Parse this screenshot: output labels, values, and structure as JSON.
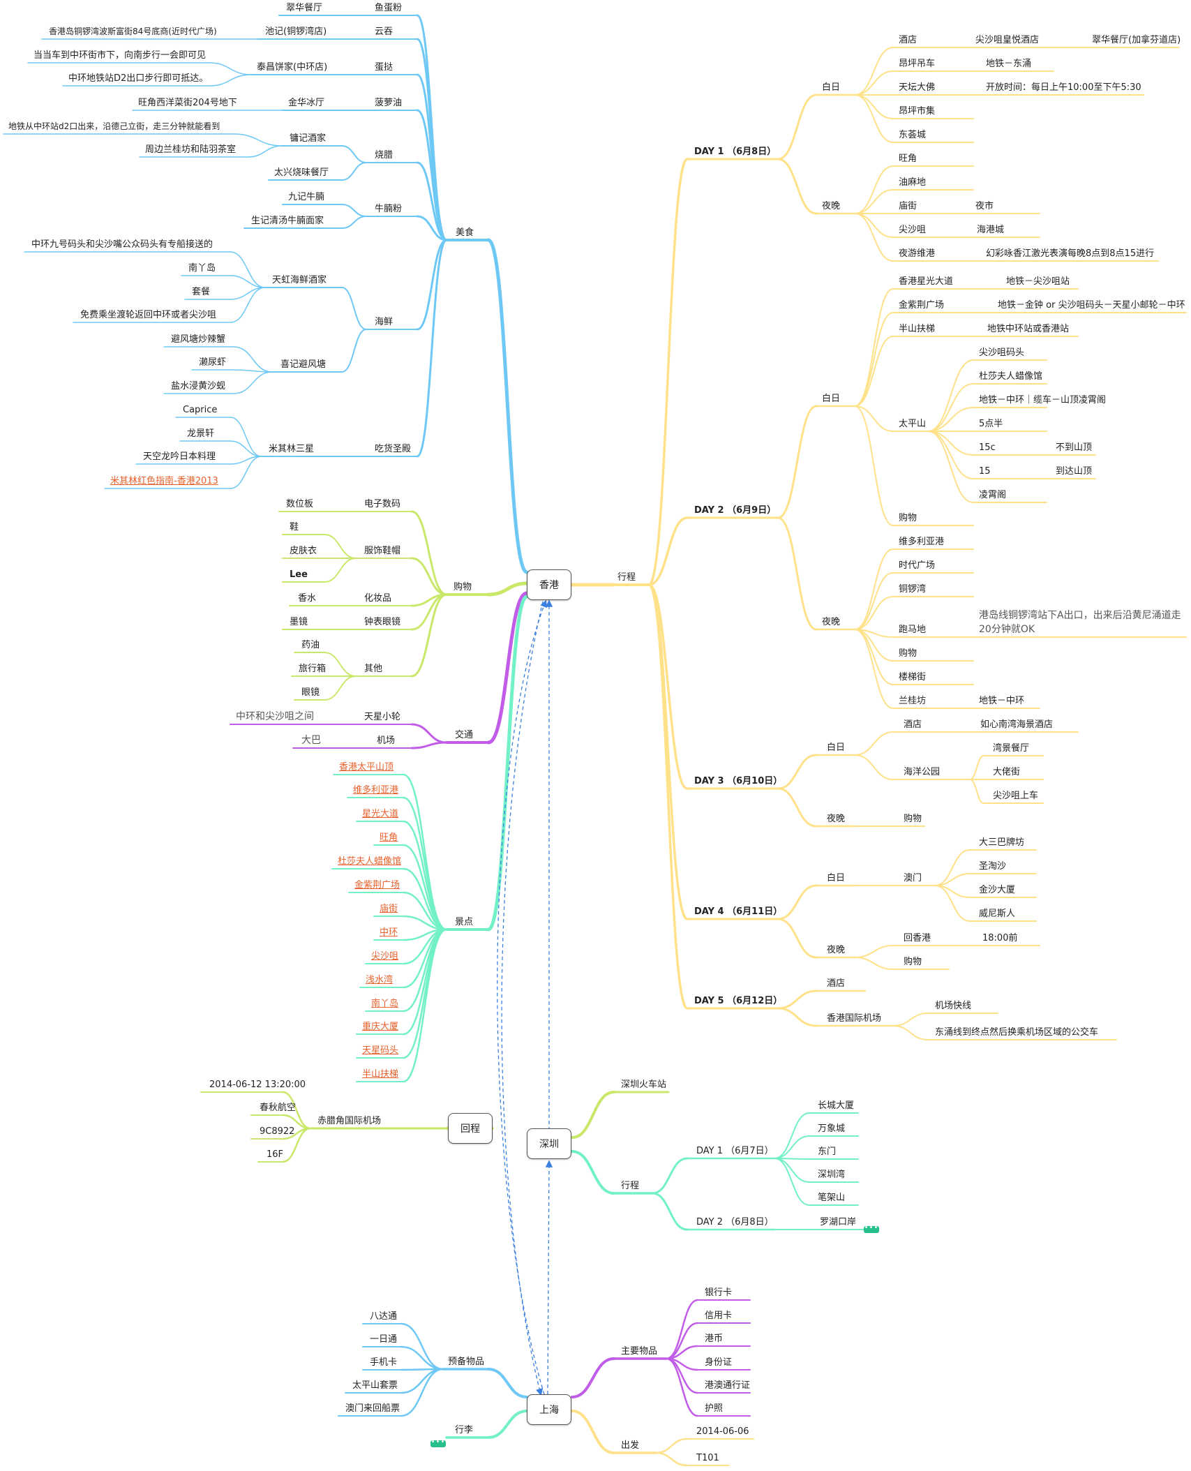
{
  "colors": {
    "food": "#6ec8f5",
    "shopping": "#c9e86a",
    "transport": "#c15ce8",
    "sights": "#72f0c8",
    "itinerary": "#ffe189",
    "shenzhen_top": "#c9e86a",
    "shenzhen_itin": "#72f0c8",
    "items": "#c15ce8",
    "prep": "#6ec8f5",
    "luggage": "#72f0c8",
    "depart": "#ffe189",
    "return": "#c9e86a",
    "relation": "#3b7fe0"
  },
  "roots": {
    "hongkong": "香港",
    "shenzhen": "深圳",
    "shanghai": "上海",
    "return": "回程"
  },
  "food": {
    "label": "美食",
    "fishball": {
      "label": "鱼蛋粉",
      "children": [
        "翠华餐厅"
      ]
    },
    "wonton": {
      "label": "云吞",
      "shop": "池记(铜锣湾店)",
      "address": "香港岛铜锣湾波斯富街84号底商(近时代广场)"
    },
    "eggtart": {
      "label": "蛋挞",
      "shop": "泰昌饼家(中环店)",
      "tips": [
        "当当车到中环街市下，向南步行一会即可见",
        "中环地铁站D2出口步行即可抵达。"
      ]
    },
    "pineapple": {
      "label": "菠萝油",
      "shop": "金华冰厅",
      "address": "旺角西洋菜街204号地下"
    },
    "roast": {
      "label": "烧腊",
      "yung": {
        "name": "镛记酒家",
        "tips": [
          "地铁从中环站d2口出来，沿德己立街，走三分钟就能看到",
          "周边兰桂坊和陆羽茶室"
        ]
      },
      "taihing": "太兴烧味餐厅"
    },
    "brisket": {
      "label": "牛腩粉",
      "children": [
        "九记牛腩",
        "生记清汤牛腩面家"
      ]
    },
    "seafood": {
      "label": "海鲜",
      "rainbow": {
        "name": "天虹海鲜酒家",
        "children": [
          "中环九号码头和尖沙嘴公众码头有专船接送的",
          "南丫岛",
          "套餐",
          "免费乘坐渡轮返回中环或者尖沙咀"
        ]
      },
      "hei": {
        "name": "喜记避风塘",
        "children": [
          "避风塘炒辣蟹",
          "濑尿虾",
          "盐水浸黄沙蚬"
        ]
      }
    },
    "michelin": {
      "label": "吃货圣殿",
      "group": "米其林三星",
      "children": [
        "Caprice",
        "龙景轩",
        "天空龙吟日本料理"
      ],
      "guide": "米其林红色指南-香港2013"
    }
  },
  "shopping": {
    "label": "购物",
    "digital": {
      "label": "电子数码",
      "children": [
        "数位板"
      ]
    },
    "apparel": {
      "label": "服饰鞋帽",
      "children": [
        "鞋",
        "皮肤衣",
        "Lee"
      ]
    },
    "cosmetics": {
      "label": "化妆品",
      "children": [
        "香水"
      ]
    },
    "watches": {
      "label": "钟表眼镜",
      "children": [
        "墨镜"
      ]
    },
    "other": {
      "label": "其他",
      "children": [
        "药油",
        "旅行箱",
        "眼镜"
      ]
    }
  },
  "transport": {
    "label": "交通",
    "ferry": {
      "label": "天星小轮",
      "note": "中环和尖沙咀之间"
    },
    "airport": {
      "label": "机场",
      "note": "大巴"
    }
  },
  "sights": {
    "label": "景点",
    "items": [
      "香港太平山顶",
      "维多利亚港",
      "星光大道",
      "旺角",
      "杜莎夫人蜡像馆",
      "金紫荆广场",
      "庙街",
      "中环",
      "尖沙咀",
      "浅水湾",
      "南丫岛",
      "重庆大厦",
      "天星码头",
      "半山扶梯"
    ]
  },
  "itinerary": {
    "label": "行程",
    "day1": {
      "label": "DAY 1 （6月8日）",
      "day": {
        "label": "白日",
        "hotel": {
          "label": "酒店",
          "name": "尖沙咀皇悦酒店",
          "rest": "翠华餐厅(加拿芬道店)"
        },
        "cable": {
          "label": "昂坪吊车",
          "note": "地铁－东涌"
        },
        "buddha": {
          "label": "天坛大佛",
          "note": "开放时间：每日上午10:00至下午5:30"
        },
        "market": "昂坪市集",
        "citygate": "东荟城"
      },
      "night": {
        "label": "夜晚",
        "mongkok": "旺角",
        "yaumatei": "油麻地",
        "temple": {
          "label": "庙街",
          "note": "夜市"
        },
        "tst": {
          "label": "尖沙咀",
          "note": "海港城"
        },
        "harbour": {
          "label": "夜游维港",
          "note": "幻彩咏香江激光表演每晚8点到8点15进行"
        }
      }
    },
    "day2": {
      "label": "DAY 2 （6月9日）",
      "day": {
        "label": "白日",
        "avenue": {
          "label": "香港星光大道",
          "note": "地铁－尖沙咀站"
        },
        "bauhinia": {
          "label": "金紫荆广场",
          "note": "地铁－金钟 or 尖沙咀码头－天星小邮轮－中环"
        },
        "escalator": {
          "label": "半山扶梯",
          "note": "地铁中环站或香港站"
        },
        "peak": {
          "label": "太平山",
          "children": [
            "尖沙咀码头",
            "杜莎夫人蜡像馆",
            "地铁－中环｜缆车－山顶凌霄阁",
            "5点半"
          ],
          "bus15c": {
            "label": "15c",
            "note": "不到山顶"
          },
          "bus15": {
            "label": "15",
            "note": "到达山顶"
          },
          "tower": "凌霄阁"
        },
        "shopping": "购物"
      },
      "night": {
        "label": "夜晚",
        "victoria": "维多利亚港",
        "times": "时代广场",
        "cwb": "铜锣湾",
        "racecourse": {
          "label": "跑马地",
          "note_line1": "港岛线铜锣湾站下A出口，出来后沿黄尼涌道走",
          "note_line2": "20分钟就OK"
        },
        "shopping": "购物",
        "stairs": "楼梯街",
        "lkf": {
          "label": "兰桂坊",
          "note": "地铁－中环"
        }
      }
    },
    "day3": {
      "label": "DAY 3 （6月10日）",
      "day": {
        "label": "白日",
        "hotel": {
          "label": "酒店",
          "name": "如心南湾海景酒店"
        },
        "park": {
          "label": "海洋公园",
          "children": [
            "湾景餐厅",
            "大佬街",
            "尖沙咀上车"
          ]
        }
      },
      "night": {
        "label": "夜晚",
        "shopping": "购物"
      }
    },
    "day4": {
      "label": "DAY 4 （6月11日）",
      "day": {
        "label": "白日",
        "macau": {
          "label": "澳门",
          "children": [
            "大三巴牌坊",
            "圣淘沙",
            "金沙大厦",
            "威尼斯人"
          ]
        }
      },
      "night": {
        "label": "夜晚",
        "back": {
          "label": "回香港",
          "note": "18:00前"
        },
        "shopping": "购物"
      }
    },
    "day5": {
      "label": "DAY 5 （6月12日）",
      "hotel": "酒店",
      "airport": {
        "label": "香港国际机场",
        "children": [
          "机场快线",
          "东涌线到终点然后换乘机场区域的公交车"
        ]
      }
    }
  },
  "return_trip": {
    "airport": "赤腊角国际机场",
    "children": [
      "2014-06-12 13:20:00",
      "春秋航空",
      "9C8922",
      "16F"
    ]
  },
  "shenzhen": {
    "station": "深圳火车站",
    "itinerary": {
      "label": "行程",
      "day1": {
        "label": "DAY 1 （6月7日）",
        "children": [
          "长城大厦",
          "万象城",
          "东门",
          "深圳湾",
          "笔架山"
        ]
      },
      "day2": {
        "label": "DAY 2 （6月8日）",
        "children": [
          "罗湖口岸"
        ]
      }
    }
  },
  "shanghai": {
    "prep": {
      "label": "预备物品",
      "children": [
        "八达通",
        "一日通",
        "手机卡",
        "太平山套票",
        "澳门来回船票"
      ]
    },
    "luggage": "行李",
    "items": {
      "label": "主要物品",
      "children": [
        "银行卡",
        "信用卡",
        "港币",
        "身份证",
        "港澳通行证",
        "护照"
      ]
    },
    "depart": {
      "label": "出发",
      "children": [
        "2014-06-06",
        "T101"
      ]
    }
  },
  "more_indicator": "•••"
}
